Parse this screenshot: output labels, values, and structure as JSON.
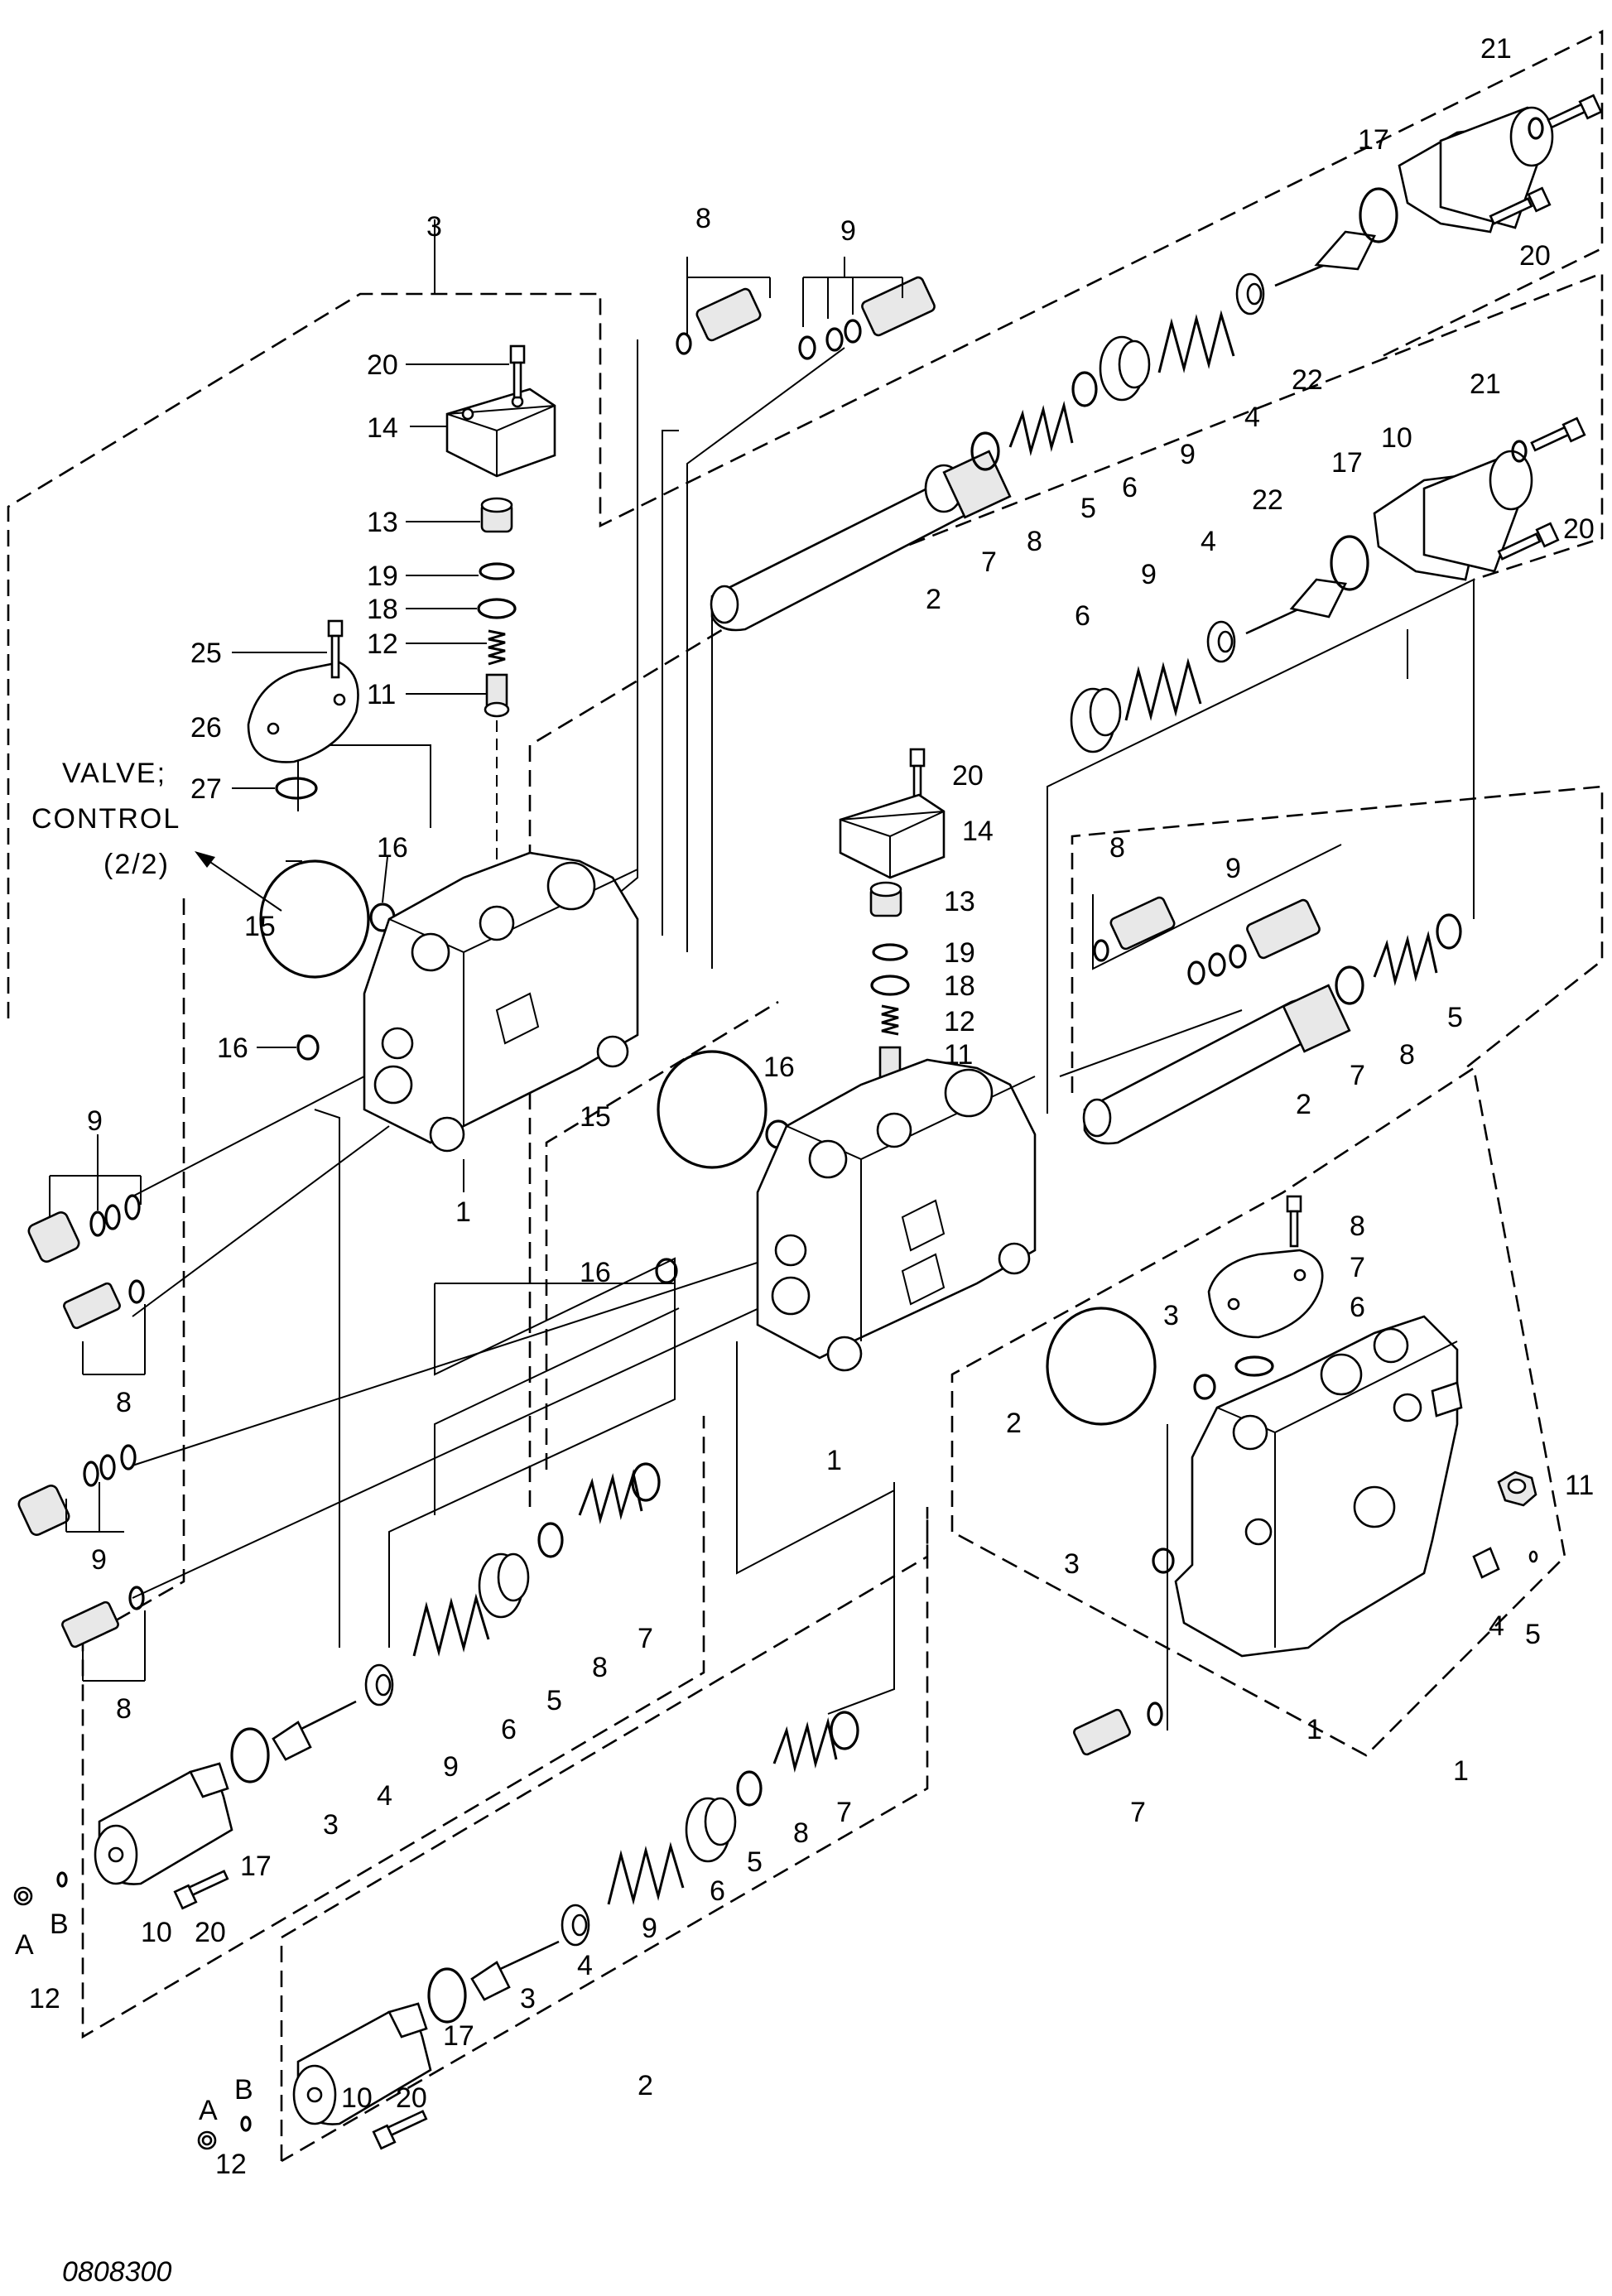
{
  "reference": {
    "line1": "VALVE;",
    "line2": "CONTROL",
    "line3": "(2/2)"
  },
  "drawing_code": "0808300",
  "labels": {
    "n1": "1",
    "n2": "2",
    "n3": "3",
    "n4": "4",
    "n5": "5",
    "n6": "6",
    "n7": "7",
    "n8": "8",
    "n9": "9",
    "n10": "10",
    "n11": "11",
    "n12": "12",
    "n13": "13",
    "n14": "14",
    "n15": "15",
    "n16": "16",
    "n17": "17",
    "n18": "18",
    "n19": "19",
    "n20": "20",
    "n21": "21",
    "n22": "22",
    "n25": "25",
    "n26": "26",
    "n27": "27",
    "A": "A",
    "B": "B"
  }
}
